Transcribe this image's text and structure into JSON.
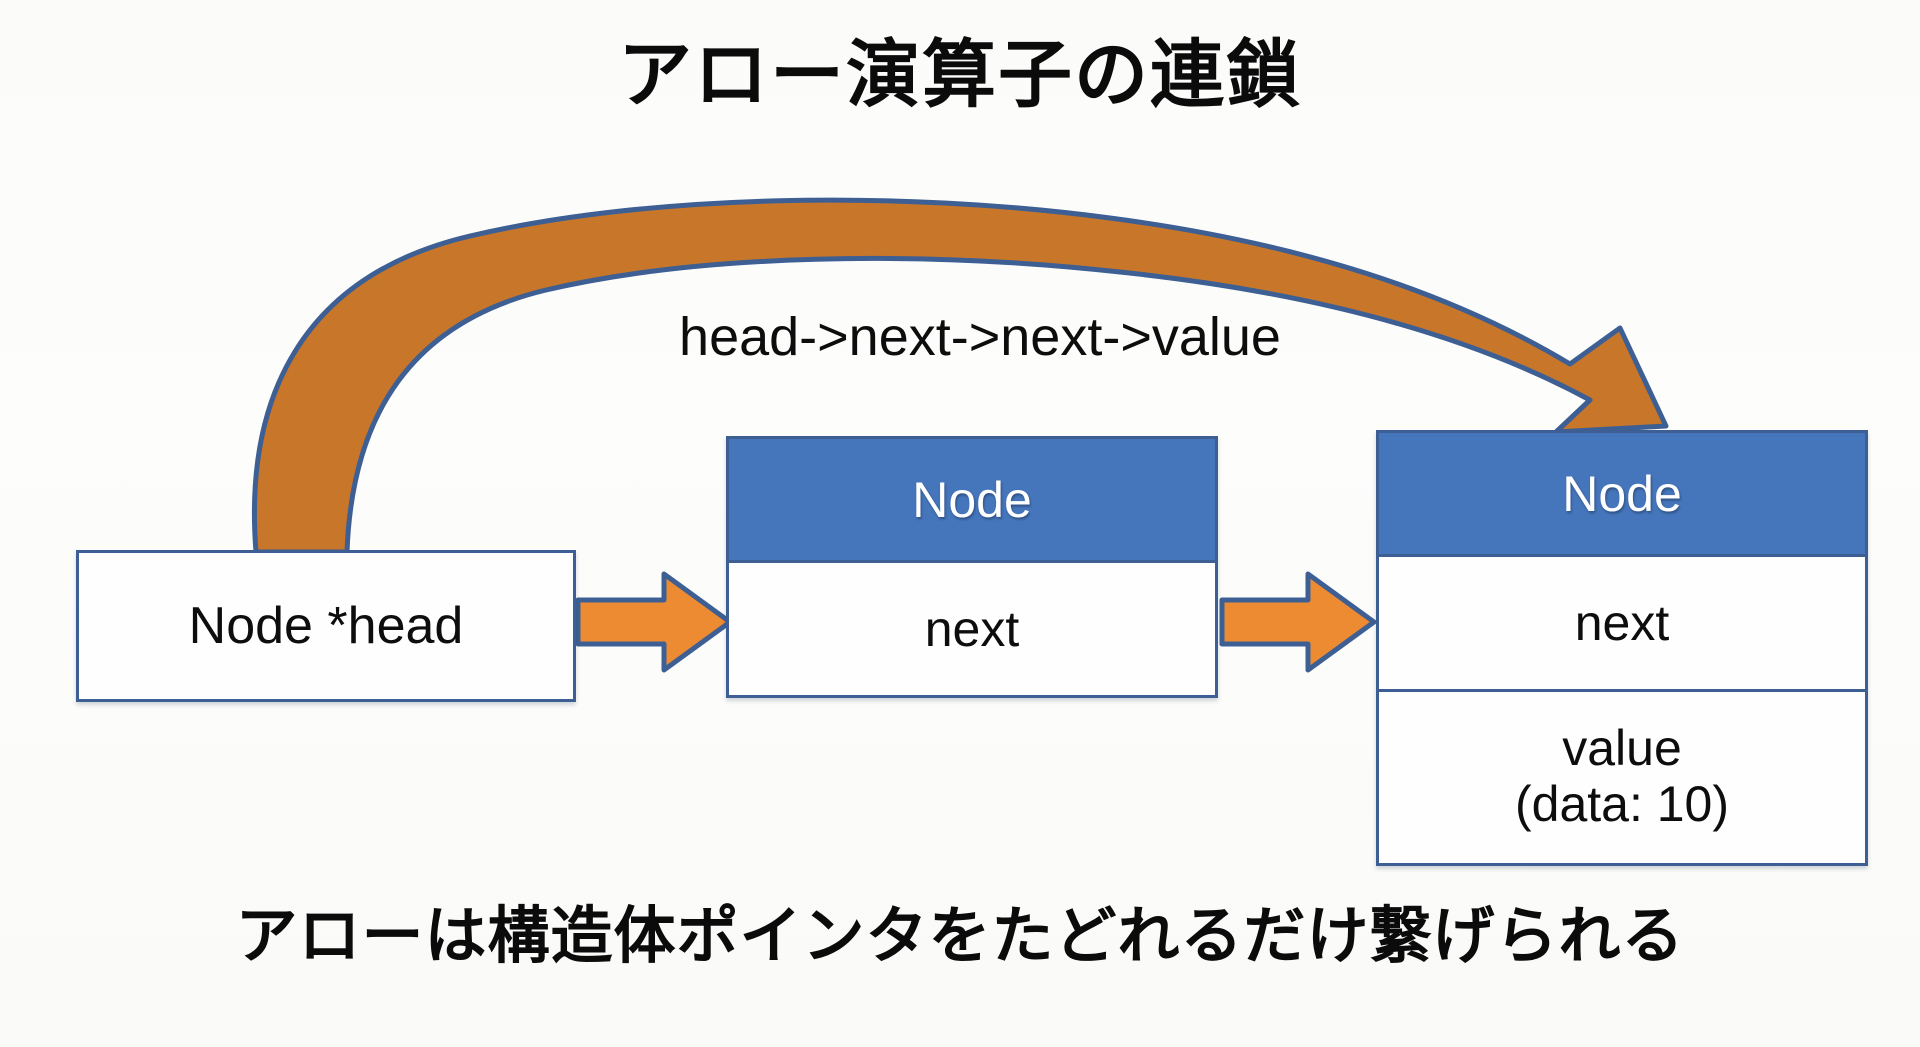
{
  "slide": {
    "title": "アロー演算子の連鎖",
    "caption": "アローは構造体ポインタをたどれるだけ繋げられる",
    "expression_label": "head->next->next->value",
    "background_color": "#fdfdfb"
  },
  "colors": {
    "node_header_blue": "#4575ba",
    "border_blue": "#3d5f93",
    "arrow_orange": "#ED8B33",
    "curve_orange": "#C8772A",
    "arrow_outline": "#3d5f93",
    "text_black": "#0d0d0d",
    "header_text": "#ffffff"
  },
  "boxes": [
    {
      "id": "head",
      "kind": "pointer-variable",
      "label": "Node *head",
      "has_cursor": true
    },
    {
      "id": "node1",
      "kind": "struct",
      "header": "Node",
      "fields": [
        "next"
      ]
    },
    {
      "id": "node2",
      "kind": "struct",
      "header": "Node",
      "fields": [
        "next"
      ],
      "value_line1": "value",
      "value_line2": "(data: 10)"
    }
  ],
  "arrows": [
    {
      "id": "head-to-node1",
      "kind": "straight",
      "direction": "right",
      "color": "#ED8B33"
    },
    {
      "id": "node1-to-node2",
      "kind": "straight",
      "direction": "right",
      "color": "#ED8B33"
    },
    {
      "id": "head-to-value",
      "kind": "curved",
      "direction": "right",
      "color": "#C8772A",
      "label": "head->next->next->value"
    }
  ],
  "icons": {
    "cursor": "mouse-pointer-click"
  }
}
